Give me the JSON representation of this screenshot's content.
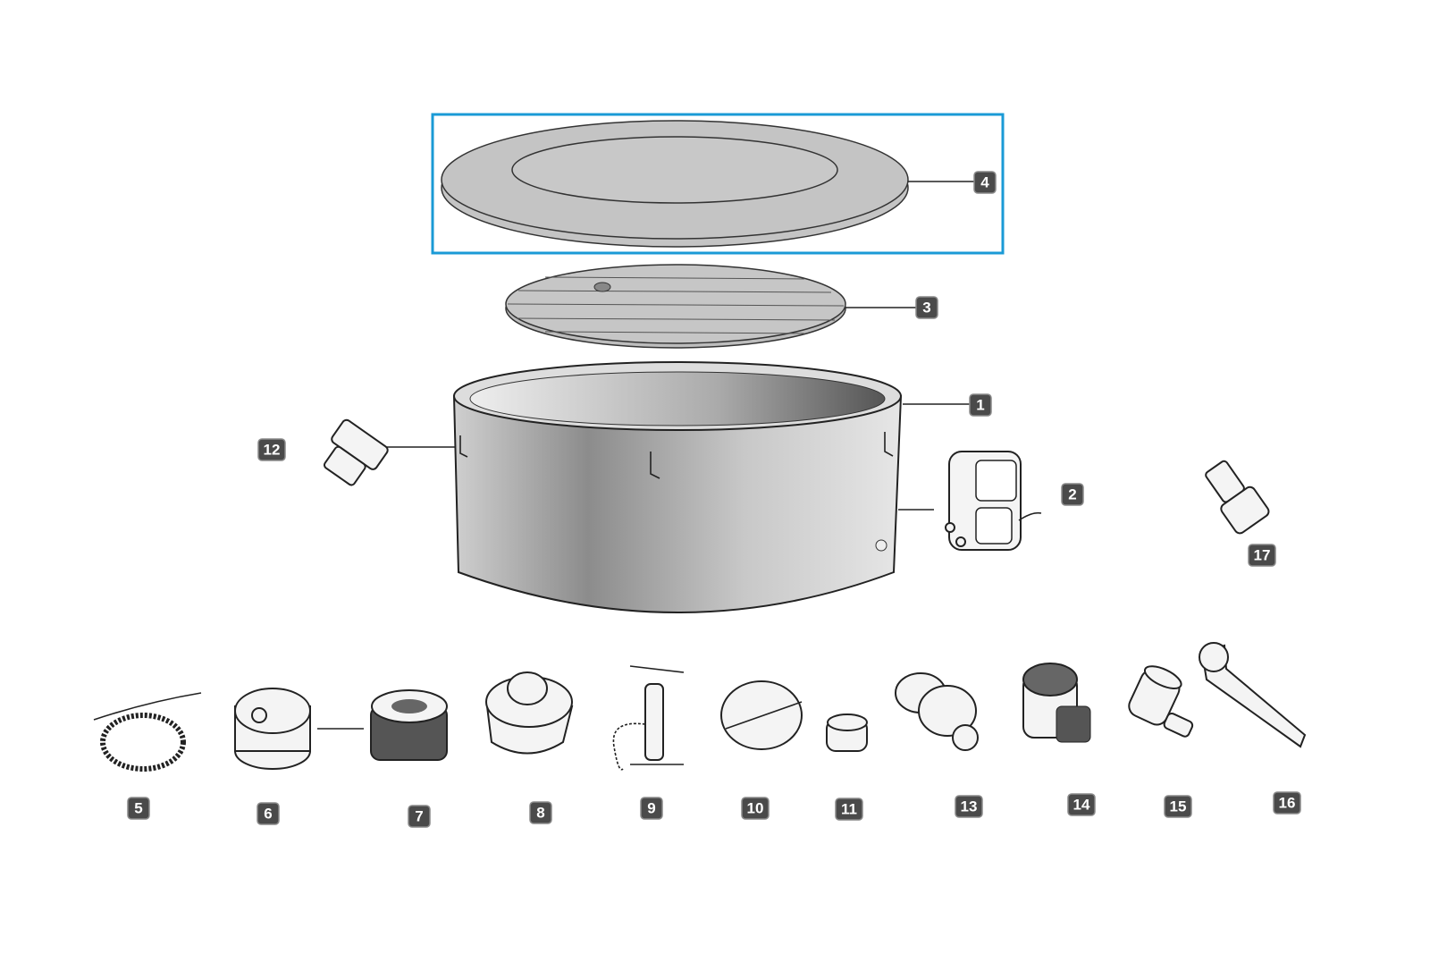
{
  "diagram": {
    "highlight_color": "#1a9ad6",
    "highlighted_part": "4",
    "labels": {
      "p1": "1",
      "p2": "2",
      "p3": "3",
      "p4": "4",
      "p5": "5",
      "p6": "6",
      "p7": "7",
      "p8": "8",
      "p9": "9",
      "p10": "10",
      "p11": "11",
      "p12": "12",
      "p13": "13",
      "p14": "14",
      "p15": "15",
      "p16": "16",
      "p17": "17"
    }
  }
}
